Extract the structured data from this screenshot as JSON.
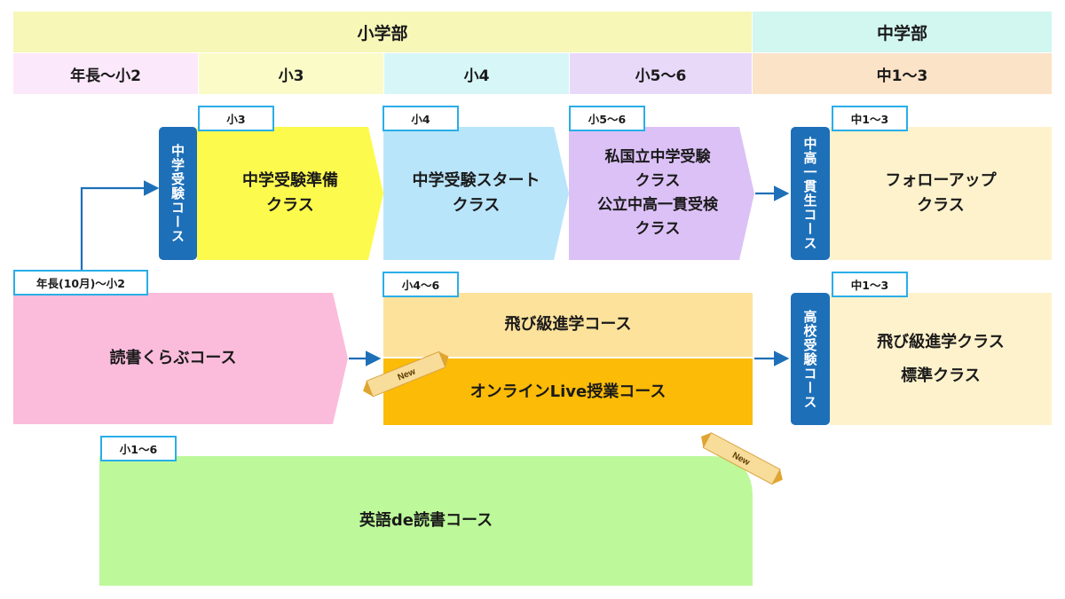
{
  "headers": {
    "elementary": "小学部",
    "junior": "中学部"
  },
  "grades": [
    "年長～小2",
    "小3",
    "小4",
    "小5～6",
    "中1～3"
  ],
  "exam_course": {
    "side_label": "中学受験コース",
    "tags": [
      "小3",
      "小4",
      "小5～6"
    ],
    "classes": [
      "中学受験準備\nクラス",
      "中学受験スタート\nクラス",
      "私国立中学受験\nクラス\n公立中高一貫受検\nクラス"
    ]
  },
  "ikkan_course": {
    "side_label": "中高一貫生コース",
    "tag": "中1～3",
    "class": "フォローアップ\nクラス"
  },
  "reading_course": {
    "tag": "年長(10月)～小2",
    "label": "読書くらぶコース"
  },
  "skip_course": {
    "tag": "小4～6",
    "label": "飛び級進学コース"
  },
  "online_course": {
    "label": "オンラインLive授業コース",
    "new_badge": "New"
  },
  "highschool_course": {
    "side_label": "高校受験コース",
    "tag": "中1～3",
    "classes": "飛び級進学クラス\n標準クラス"
  },
  "english_course": {
    "tag": "小1～6",
    "label": "英語de読書コース",
    "new_badge": "New"
  },
  "colors": {
    "elementary_header": "#f7f7b8",
    "junior_header": "#d2f7f0",
    "grade_k2": "#fce8fb",
    "grade_3": "#fbfbc8",
    "grade_4": "#d7f6f8",
    "grade_56": "#e8d9f9",
    "grade_jr": "#fbe3c8",
    "prep": "#fdfa4e",
    "start": "#b9e5fb",
    "private": "#dcc1f7",
    "followup": "#fdf2cc",
    "reading": "#fbbcdb",
    "skip": "#fde29c",
    "online": "#fbbb07",
    "english": "#bdf99a",
    "bar": "#1d6fb8",
    "tag_border": "#29aee8"
  }
}
